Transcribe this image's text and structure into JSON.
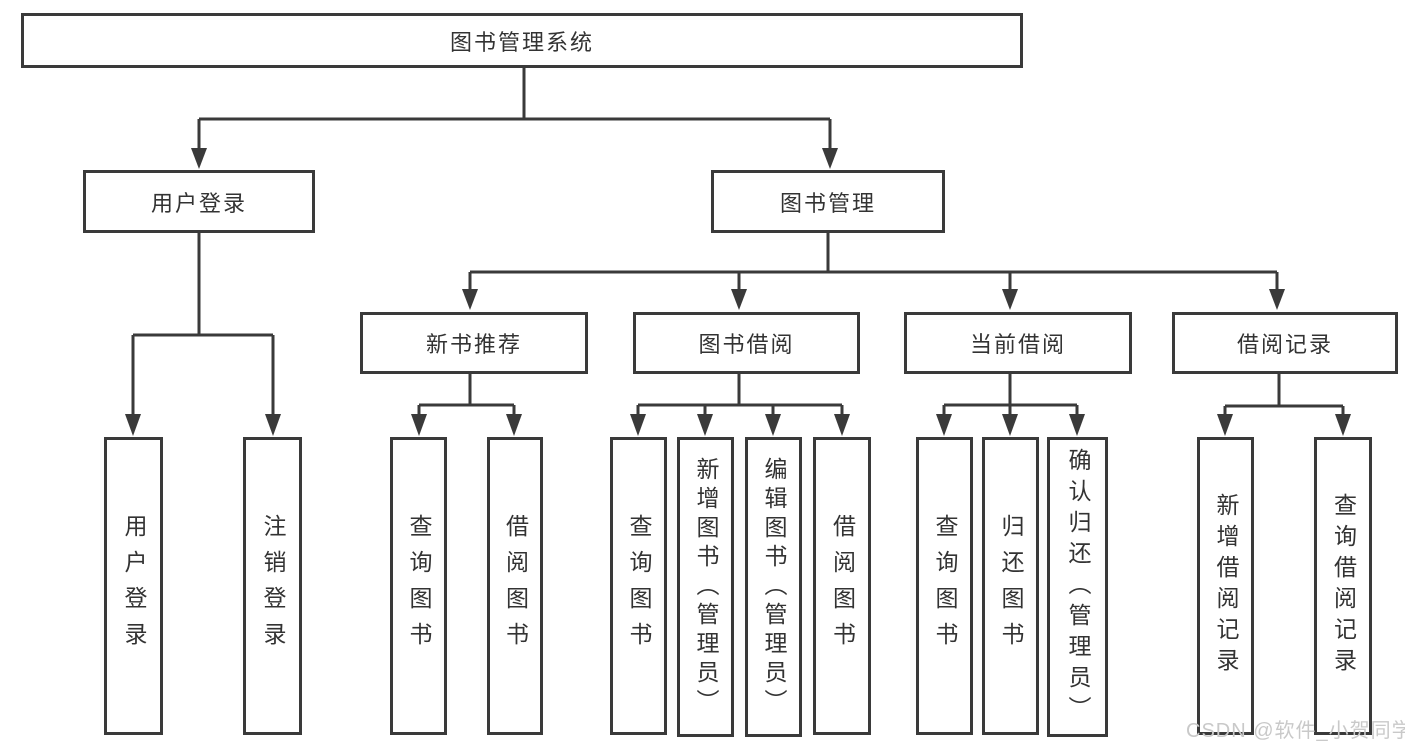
{
  "title": "图书管理系统",
  "watermark": "CSDN @软件_小贺同学",
  "colors": {
    "line": "#3a3a3a",
    "text": "#333333",
    "watermark": "#c9c9c9",
    "background": "#ffffff"
  },
  "nodes": {
    "root": "图书管理系统",
    "userLogin": "用户登录",
    "bookMgmt": "图书管理",
    "newBookRec": "新书推荐",
    "bookBorrow": "图书借阅",
    "currentBorrow": "当前借阅",
    "borrowRecords": "借阅记录",
    "leafUserLogin": "用户登录",
    "leafLogoutLogin": "注销登录",
    "recQueryBooks": "查询图书",
    "recBorrowBooks": "借阅图书",
    "bbQueryBooks": "查询图书",
    "bbAddBooks": "新增图书（管理员）",
    "bbEditBooks": "编辑图书（管理员）",
    "bbBorrowBooks": "借阅图书",
    "cbQueryBooks": "查询图书",
    "cbReturnBooks": "归还图书",
    "cbConfirmReturn": "确认归还（管理员）",
    "brAddRecord": "新增借阅记录",
    "brQueryRecord": "查询借阅记录"
  },
  "hierarchy": {
    "图书管理系统": {
      "用户登录": [
        "用户登录",
        "注销登录"
      ],
      "图书管理": {
        "新书推荐": [
          "查询图书",
          "借阅图书"
        ],
        "图书借阅": [
          "查询图书",
          "新增图书（管理员）",
          "编辑图书（管理员）",
          "借阅图书"
        ],
        "当前借阅": [
          "查询图书",
          "归还图书",
          "确认归还（管理员）"
        ],
        "借阅记录": [
          "新增借阅记录",
          "查询借阅记录"
        ]
      }
    }
  }
}
